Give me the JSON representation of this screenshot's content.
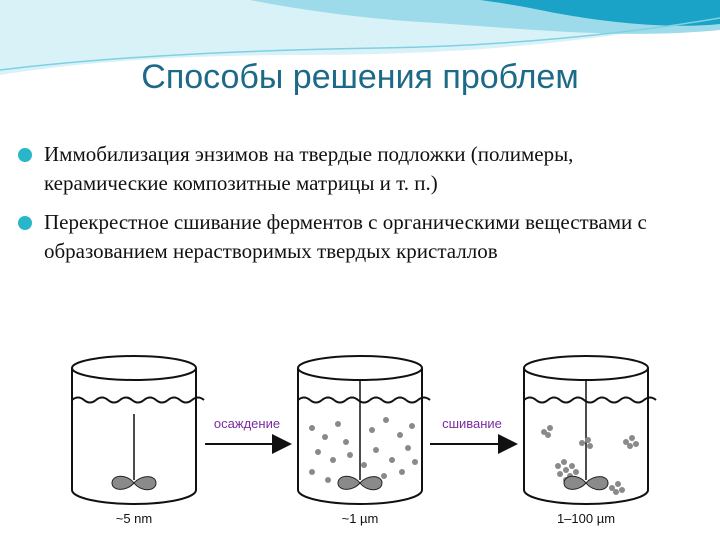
{
  "slide": {
    "title": "Способы решения проблем",
    "bullets": [
      "Иммобилизация энзимов на твердые подложки (полимеры, керамические композитные матрицы и т. п.)",
      "Перекрестное сшивание ферментов с органическими веществами с образованием нерастворимых твердых кристаллов"
    ]
  },
  "figure": {
    "arrow_labels": [
      "осаждение",
      "сшивание"
    ],
    "size_labels": [
      "~5 nm",
      "~1 µm",
      "1–100 µm"
    ]
  },
  "colors": {
    "title": "#1d6a88",
    "bullet": "#27b7c8",
    "arrow_label": "#7b2ba0",
    "wave_dark": "#1aa3c6",
    "wave_light": "#bfe9f2"
  }
}
